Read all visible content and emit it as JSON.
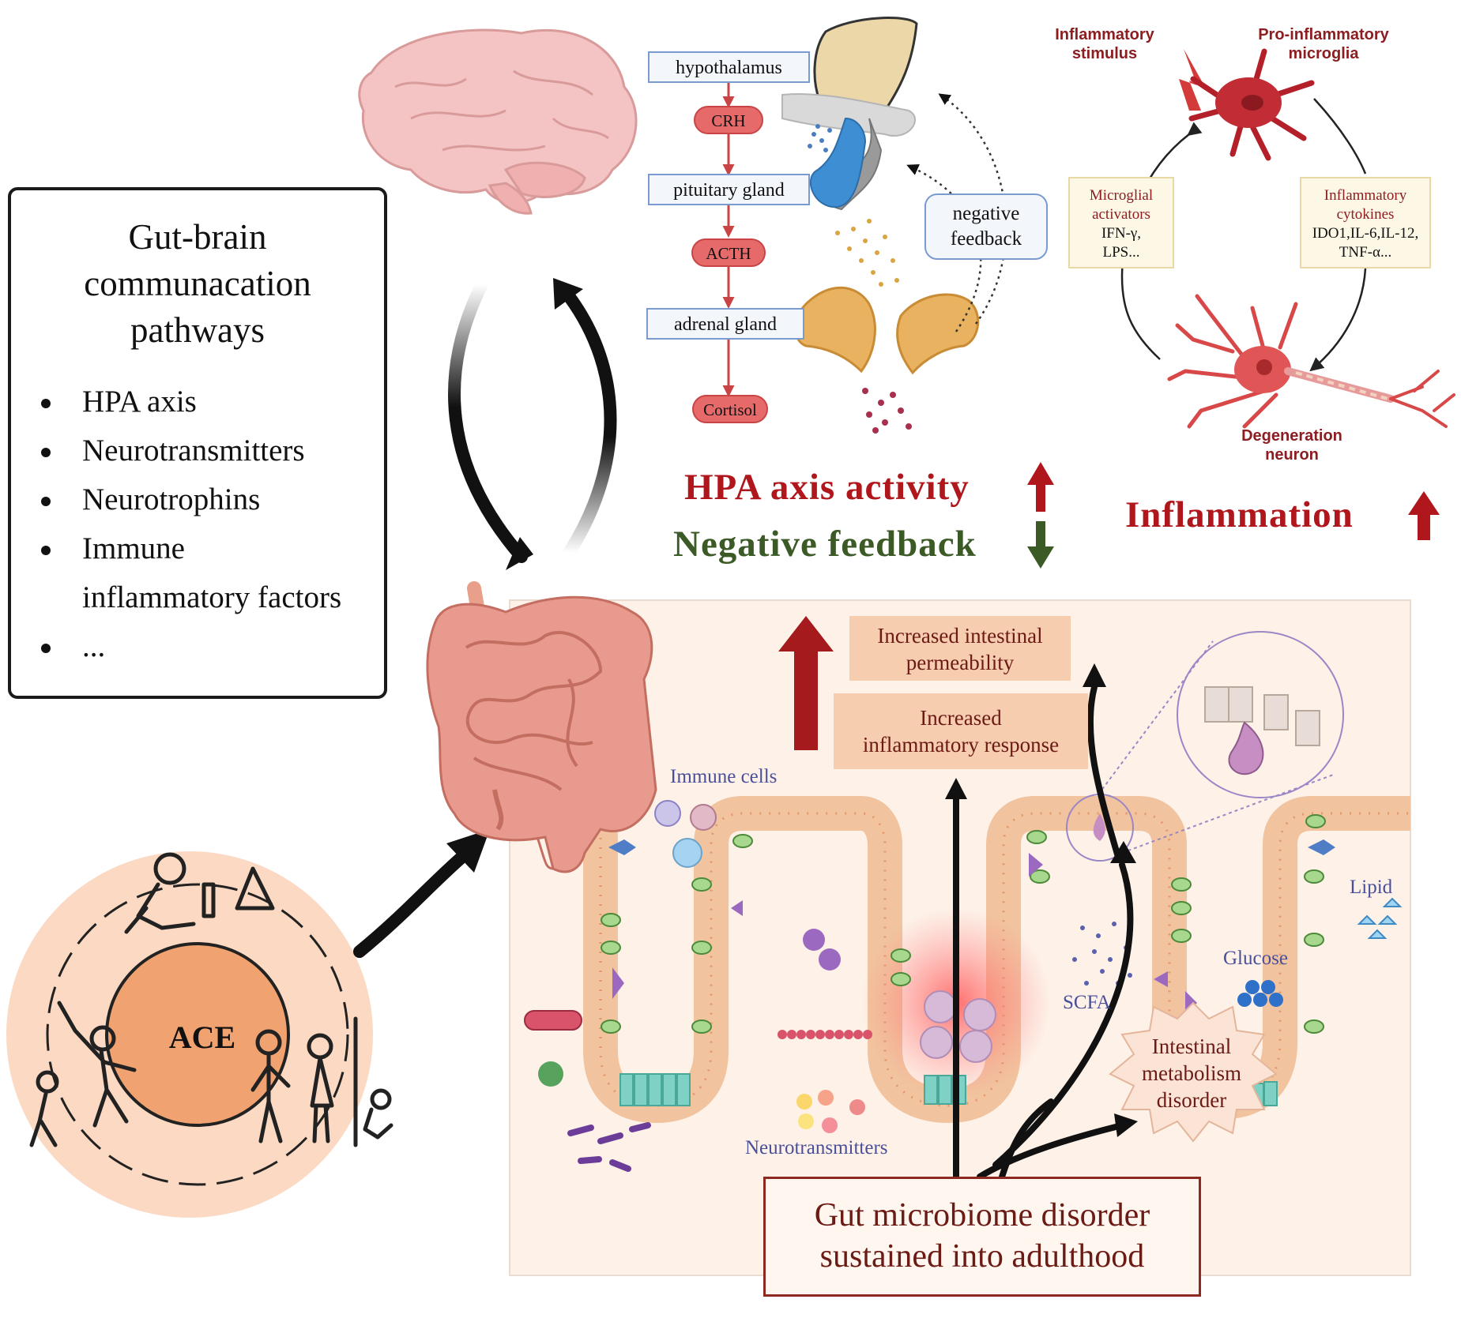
{
  "pathways": {
    "title": "Gut-brain\ncommunacation\npathways",
    "items": [
      "HPA axis",
      "Neurotransmitters",
      "Neurotrophins",
      "Immune",
      "inflammatory factors",
      "..."
    ]
  },
  "hpa": {
    "hypothalamus": "hypothalamus",
    "crh": "CRH",
    "pituitary": "pituitary gland",
    "acth": "ACTH",
    "adrenal": "adrenal gland",
    "cortisol": "Cortisol",
    "negative_feedback_box": "negative\nfeedback",
    "activity_label": "HPA axis activity",
    "feedback_label": "Negative feedback"
  },
  "inflammation": {
    "stimulus": "Inflammatory\nstimulus",
    "microglia": "Pro-inflammatory\nmicroglia",
    "activators_head": "Microglial\nactivators",
    "activators_body": "IFN-γ,\nLPS...",
    "cytokines_head": "Inflammatory\ncytokines",
    "cytokines_body": "IDO1,IL-6,IL-12,\nTNF-α...",
    "neuron": "Degeneration\nneuron",
    "label": "Inflammation"
  },
  "gut": {
    "permeability": "Increased intestinal\npermeability",
    "inflammatory_response": "Increased\ninflammatory response",
    "immune_cells": "Immune cells",
    "lipid": "Lipid",
    "glucose": "Glucose",
    "scfa": "SCFA",
    "metabolism": "Intestinal\nmetabolism\ndisorder",
    "neurotransmitters": "Neurotransmitters",
    "microbiome_disorder": "Gut microbiome disorder\nsustained into adulthood"
  },
  "ace": {
    "label": "ACE"
  },
  "colors": {
    "up_arrow": "#b0171c",
    "down_arrow": "#3b5a26",
    "panel_bg": "#fdf1e8",
    "ace_orange": "#f0a370",
    "ace_bg": "#fbd9c2"
  }
}
